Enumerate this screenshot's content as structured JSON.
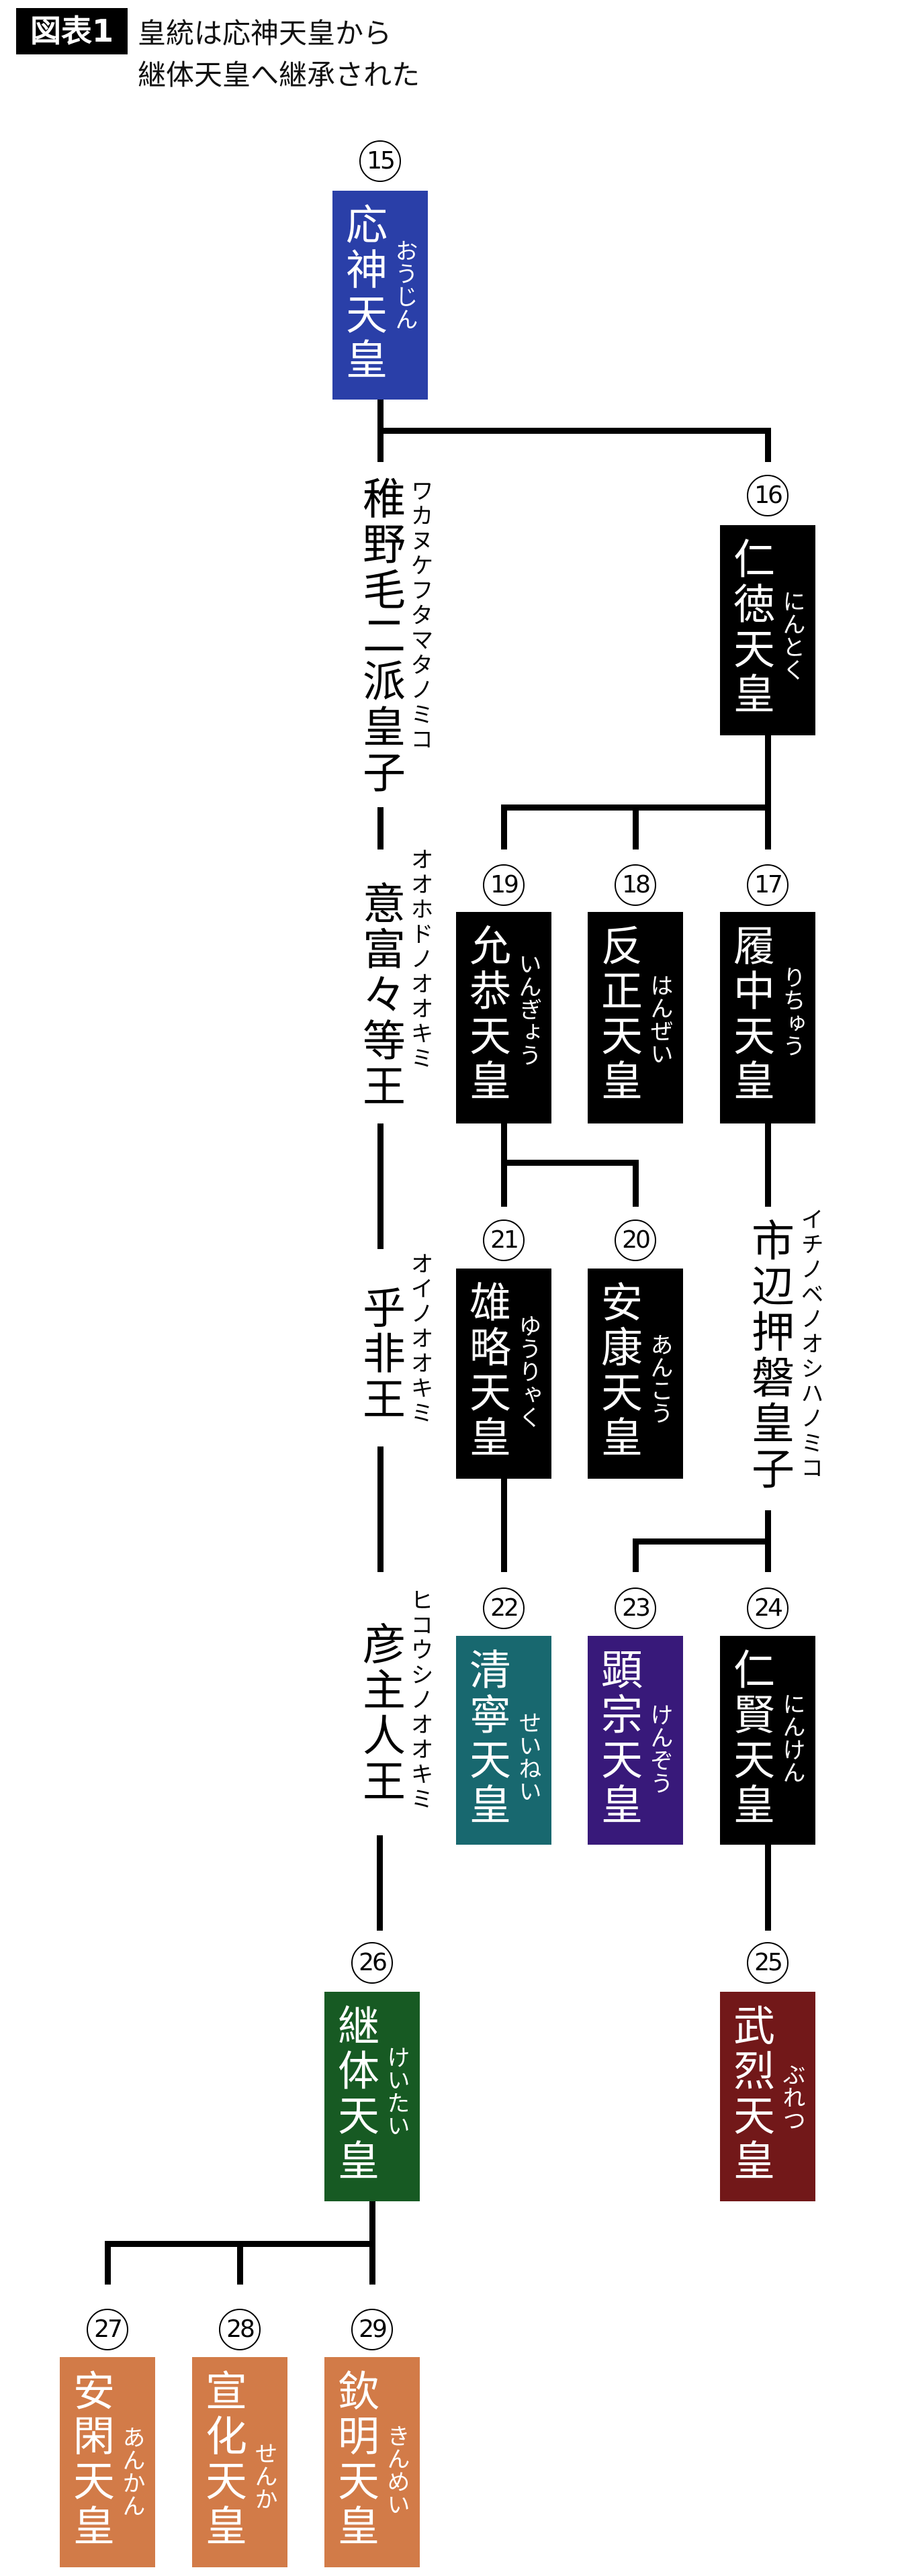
{
  "header": {
    "label": "図表1",
    "title_line1": "皇統は応神天皇から",
    "title_line2": "継体天皇へ継承された"
  },
  "colors": {
    "line": "#000000",
    "blue": "#2a3fa8",
    "black": "#000000",
    "teal": "#18686f",
    "purple": "#38197a",
    "green": "#175a23",
    "darkred": "#721819",
    "orange": "#d27b48"
  },
  "emperors": [
    {
      "id": "e15",
      "number": "15",
      "name": "応神天皇",
      "reading": "おうじん",
      "color": "blue"
    },
    {
      "id": "e16",
      "number": "16",
      "name": "仁徳天皇",
      "reading": "にんとく",
      "color": "black"
    },
    {
      "id": "e17",
      "number": "17",
      "name": "履中天皇",
      "reading": "りちゅう",
      "color": "black"
    },
    {
      "id": "e18",
      "number": "18",
      "name": "反正天皇",
      "reading": "はんぜい",
      "color": "black"
    },
    {
      "id": "e19",
      "number": "19",
      "name": "允恭天皇",
      "reading": "いんぎょう",
      "color": "black"
    },
    {
      "id": "e20",
      "number": "20",
      "name": "安康天皇",
      "reading": "あんこう",
      "color": "black"
    },
    {
      "id": "e21",
      "number": "21",
      "name": "雄略天皇",
      "reading": "ゆうりゃく",
      "color": "black"
    },
    {
      "id": "e22",
      "number": "22",
      "name": "清寧天皇",
      "reading": "せいねい",
      "color": "teal"
    },
    {
      "id": "e23",
      "number": "23",
      "name": "顕宗天皇",
      "reading": "けんぞう",
      "color": "purple"
    },
    {
      "id": "e24",
      "number": "24",
      "name": "仁賢天皇",
      "reading": "にんけん",
      "color": "black"
    },
    {
      "id": "e25",
      "number": "25",
      "name": "武烈天皇",
      "reading": "ぶれつ",
      "color": "darkred"
    },
    {
      "id": "e26",
      "number": "26",
      "name": "継体天皇",
      "reading": "けいたい",
      "color": "green"
    },
    {
      "id": "e27",
      "number": "27",
      "name": "安閑天皇",
      "reading": "あんかん",
      "color": "orange"
    },
    {
      "id": "e28",
      "number": "28",
      "name": "宣化天皇",
      "reading": "せんか",
      "color": "orange"
    },
    {
      "id": "e29",
      "number": "29",
      "name": "欽明天皇",
      "reading": "きんめい",
      "color": "orange"
    }
  ],
  "princes": [
    {
      "id": "p1",
      "name": "稚野毛二派皇子",
      "reading": "ワカヌケフタマタノミコ"
    },
    {
      "id": "p2",
      "name": "意富々等王",
      "reading": "オオホドノオオキミ"
    },
    {
      "id": "p3",
      "name": "乎非王",
      "reading": "オイノオオキミ"
    },
    {
      "id": "p4",
      "name": "彦主人王",
      "reading": "ヒコウシノオオキミ"
    },
    {
      "id": "p5",
      "name": "市辺押磐皇子",
      "reading": "イチノベノオシハノミコ"
    }
  ]
}
